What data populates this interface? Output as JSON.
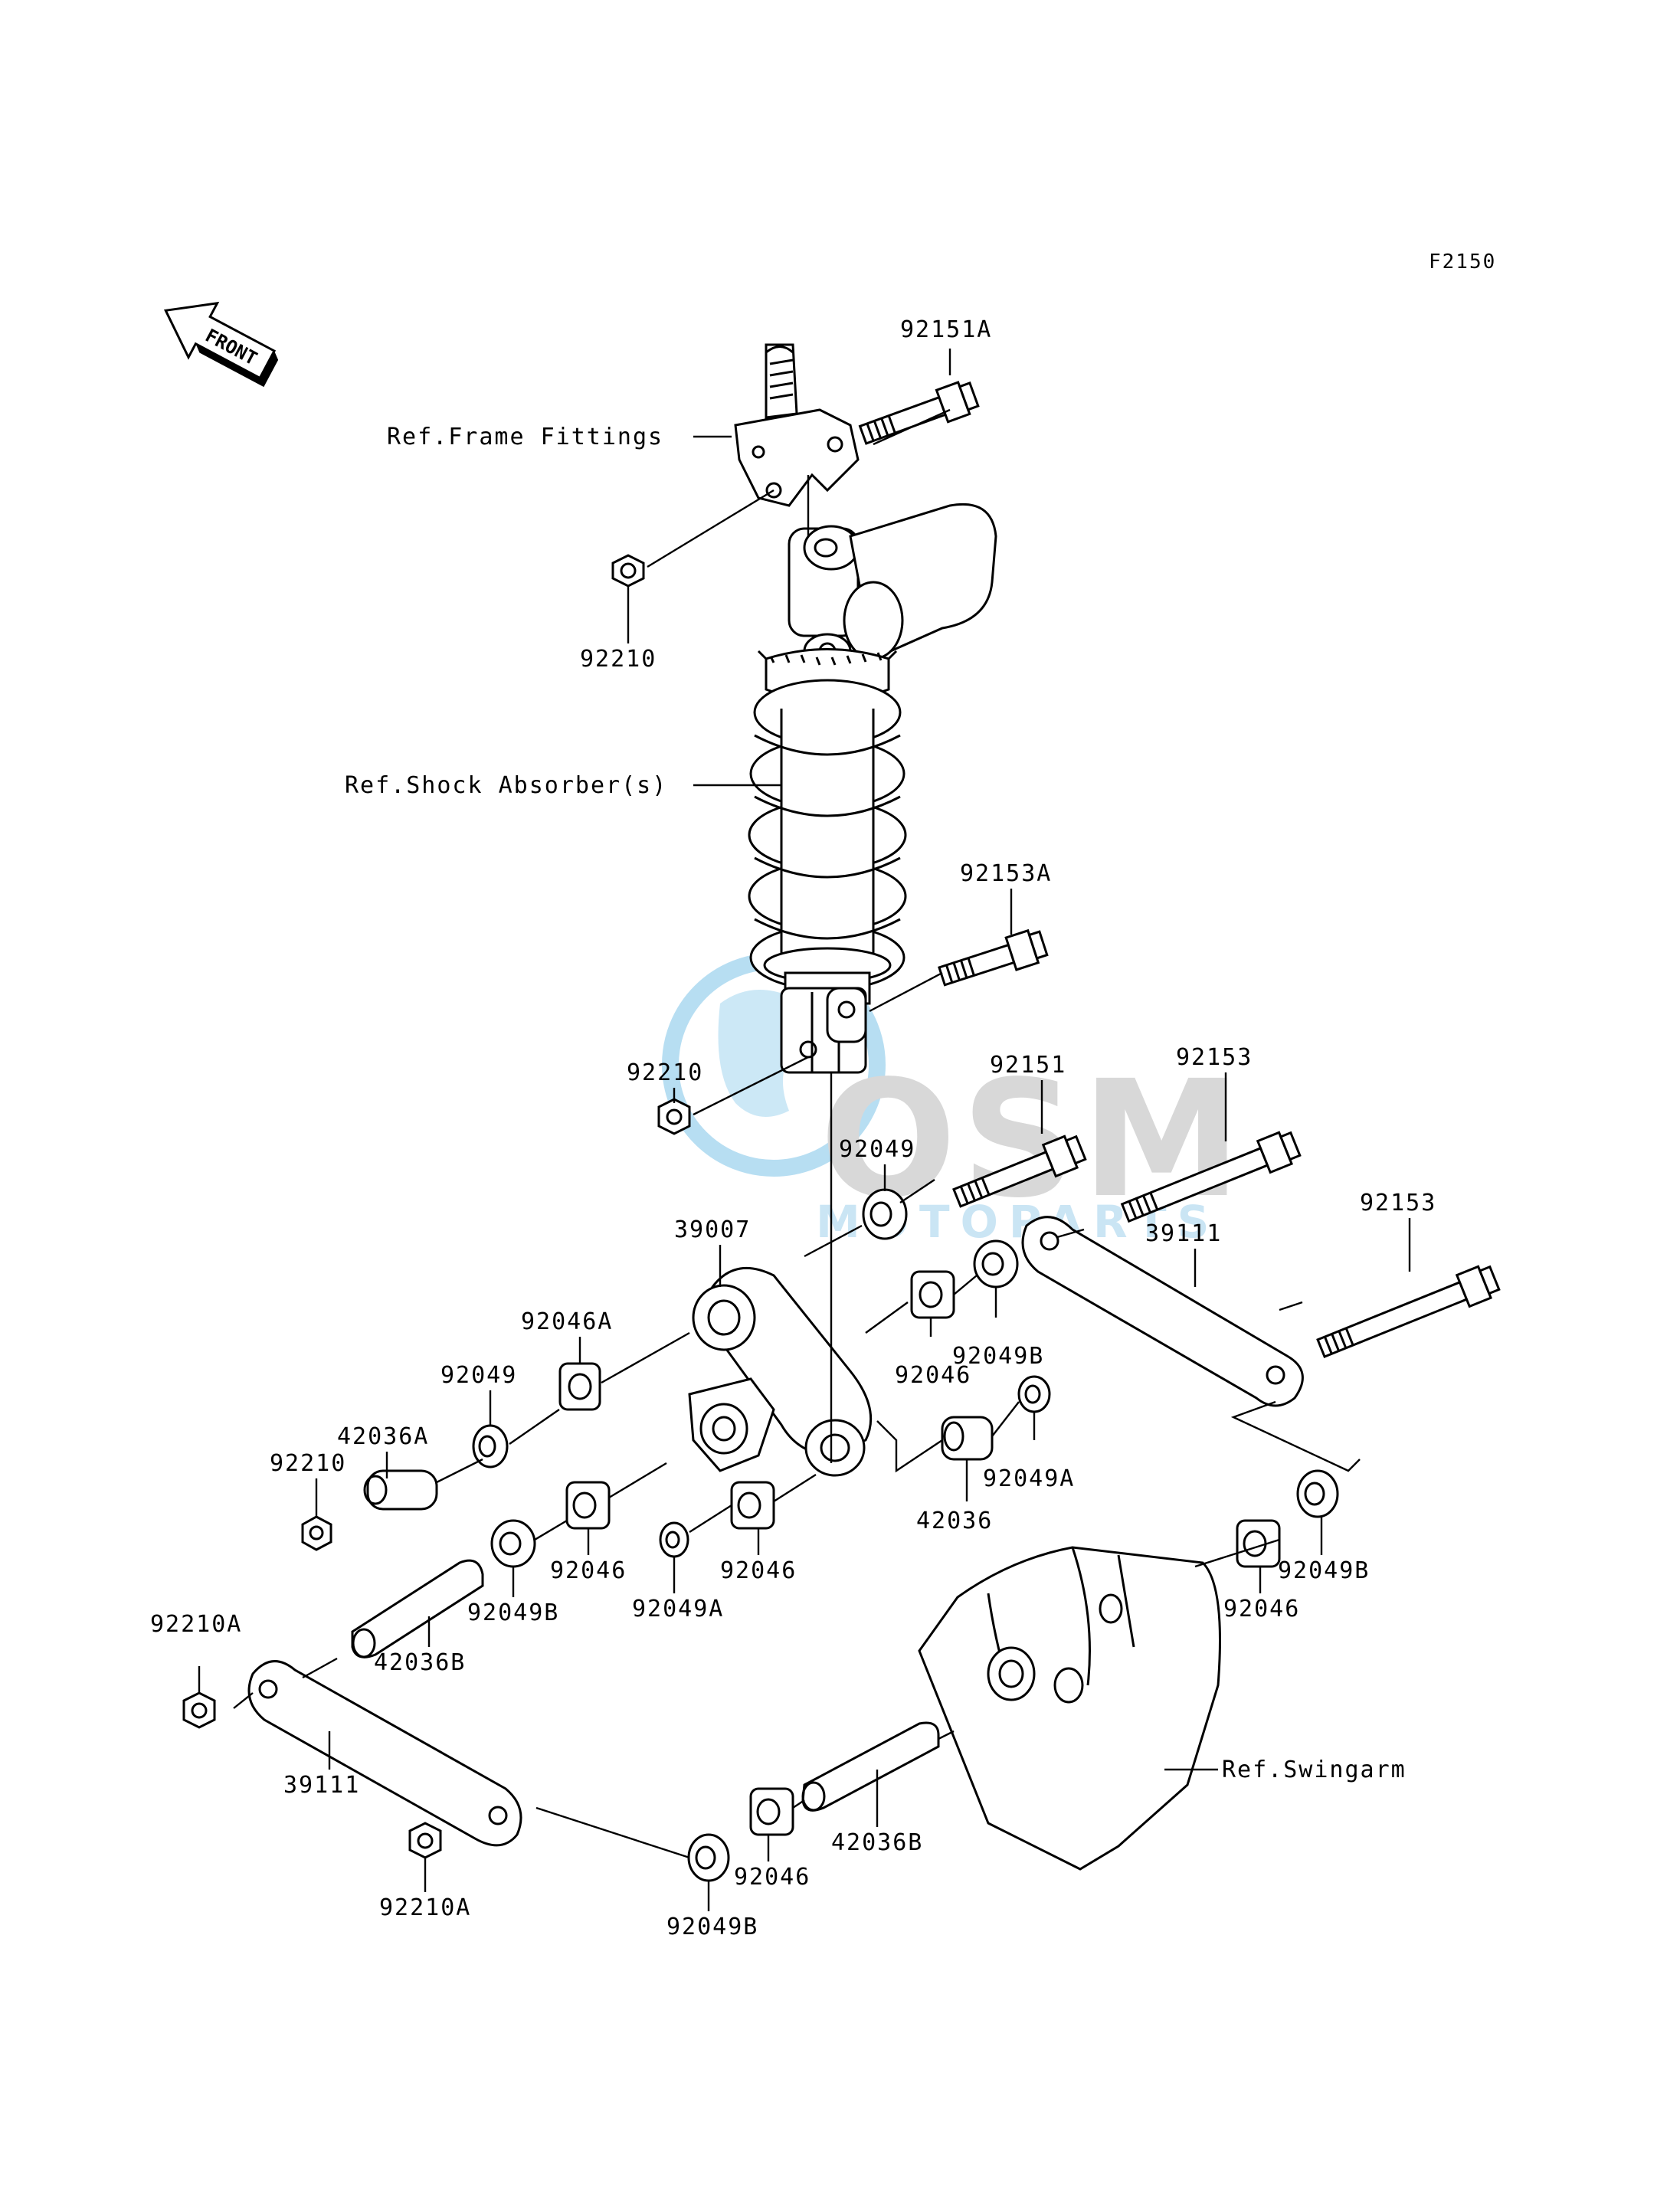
{
  "diagram_code": "F2150",
  "front_arrow_label": "FRONT",
  "watermark": {
    "brand": "OSM",
    "sub": "MOTOPARTS",
    "color": "#7cc3e8",
    "gray": "#b8b8b8"
  },
  "refs": {
    "frame": "Ref.Frame Fittings",
    "shock": "Ref.Shock Absorber(s)",
    "swingarm": "Ref.Swingarm"
  },
  "labels": {
    "p92151A": "92151A",
    "p92210_top": "92210",
    "p92153A": "92153A",
    "p92210_mid": "92210",
    "p92151": "92151",
    "p92153_a": "92153",
    "p92049_a": "92049",
    "p39007": "39007",
    "p39111_r": "39111",
    "p92153_b": "92153",
    "p92046A": "92046A",
    "p92049_b": "92049",
    "p92049B_a": "92049B",
    "p92046_a": "92046",
    "p42036A": "42036A",
    "p92210_left": "92210",
    "p92049A_a": "92049A",
    "p42036": "42036",
    "p92046_b": "92046",
    "p92049A_b": "92049A",
    "p92046_c": "92046",
    "p92049B_b": "92049B",
    "p92046_d": "92046",
    "p92049B_c": "92049B",
    "p92210A_a": "92210A",
    "p42036B_a": "42036B",
    "p39111_l": "39111",
    "p92210A_b": "92210A",
    "p92046_e": "92046",
    "p42036B_b": "42036B",
    "p92049B_d": "92049B"
  }
}
